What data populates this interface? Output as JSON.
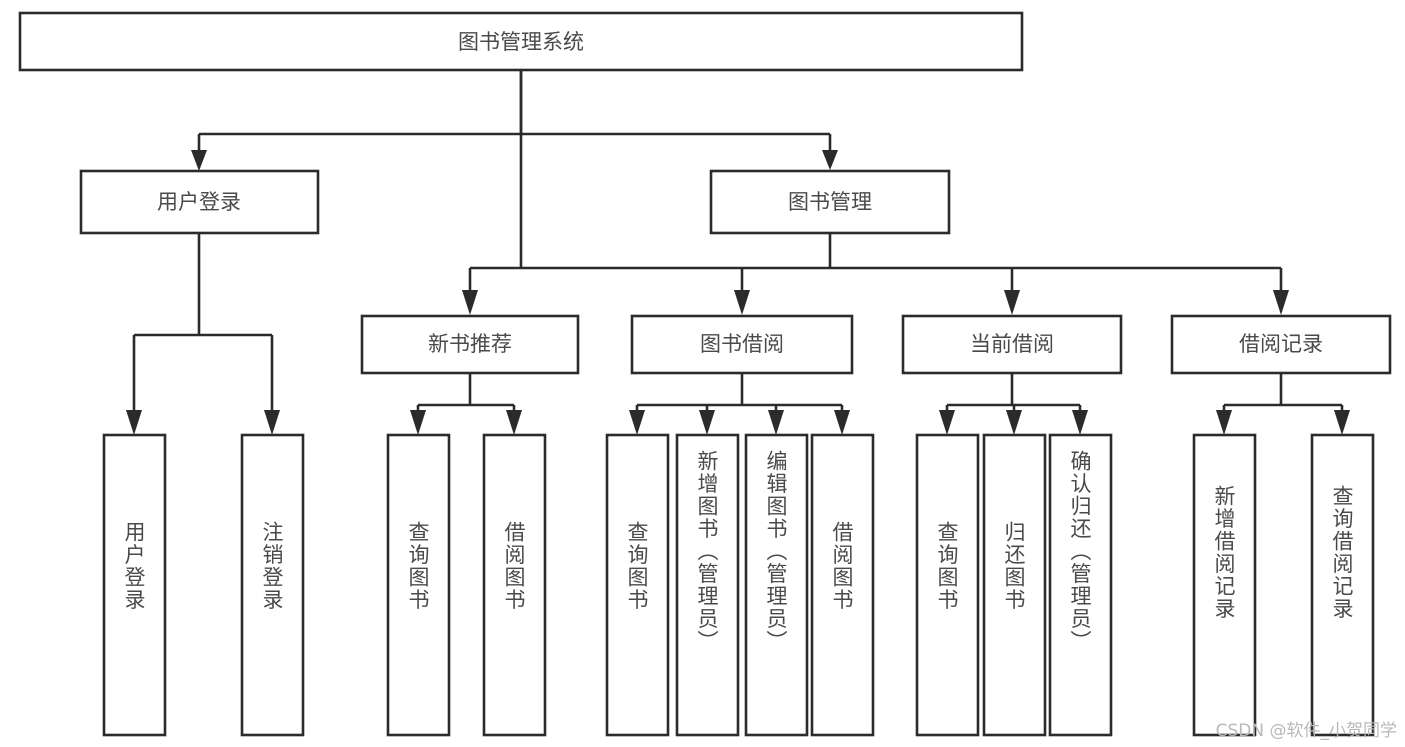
{
  "diagram": {
    "title": "图书管理系统",
    "type": "tree-hierarchy-chart",
    "watermark": "CSDN @软件_小贺同学",
    "colors": {
      "stroke": "#2b2b2b",
      "box_fill": "#ffffff",
      "text": "#4a4a4a",
      "background": "#ffffff",
      "watermark": "#b9b9b9"
    },
    "nodes": {
      "root": {
        "label": "图书管理系统"
      },
      "level2": [
        {
          "id": "user-login",
          "label": "用户登录"
        },
        {
          "id": "book-management",
          "label": "图书管理"
        }
      ],
      "level3": [
        {
          "id": "new-book-recommend",
          "label": "新书推荐"
        },
        {
          "id": "book-borrow",
          "label": "图书借阅"
        },
        {
          "id": "current-borrow",
          "label": "当前借阅"
        },
        {
          "id": "borrow-record",
          "label": "借阅记录"
        }
      ],
      "leaves": {
        "user-login": [
          {
            "id": "leaf-user-login",
            "label": "用户登录"
          },
          {
            "id": "leaf-logout-login",
            "label": "注销登录"
          }
        ],
        "new-book-recommend": [
          {
            "id": "leaf-query-book-1",
            "label": "查询图书"
          },
          {
            "id": "leaf-borrow-book-1",
            "label": "借阅图书"
          }
        ],
        "book-borrow": [
          {
            "id": "leaf-query-book-2",
            "label": "查询图书"
          },
          {
            "id": "leaf-add-book",
            "label": "新增图书（管理员）"
          },
          {
            "id": "leaf-edit-book",
            "label": "编辑图书（管理员）"
          },
          {
            "id": "leaf-borrow-book-2",
            "label": "借阅图书"
          }
        ],
        "current-borrow": [
          {
            "id": "leaf-query-book-3",
            "label": "查询图书"
          },
          {
            "id": "leaf-return-book",
            "label": "归还图书"
          },
          {
            "id": "leaf-confirm-return",
            "label": "确认归还（管理员）"
          }
        ],
        "borrow-record": [
          {
            "id": "leaf-add-record",
            "label": "新增借阅记录"
          },
          {
            "id": "leaf-query-record",
            "label": "查询借阅记录"
          }
        ]
      }
    }
  }
}
